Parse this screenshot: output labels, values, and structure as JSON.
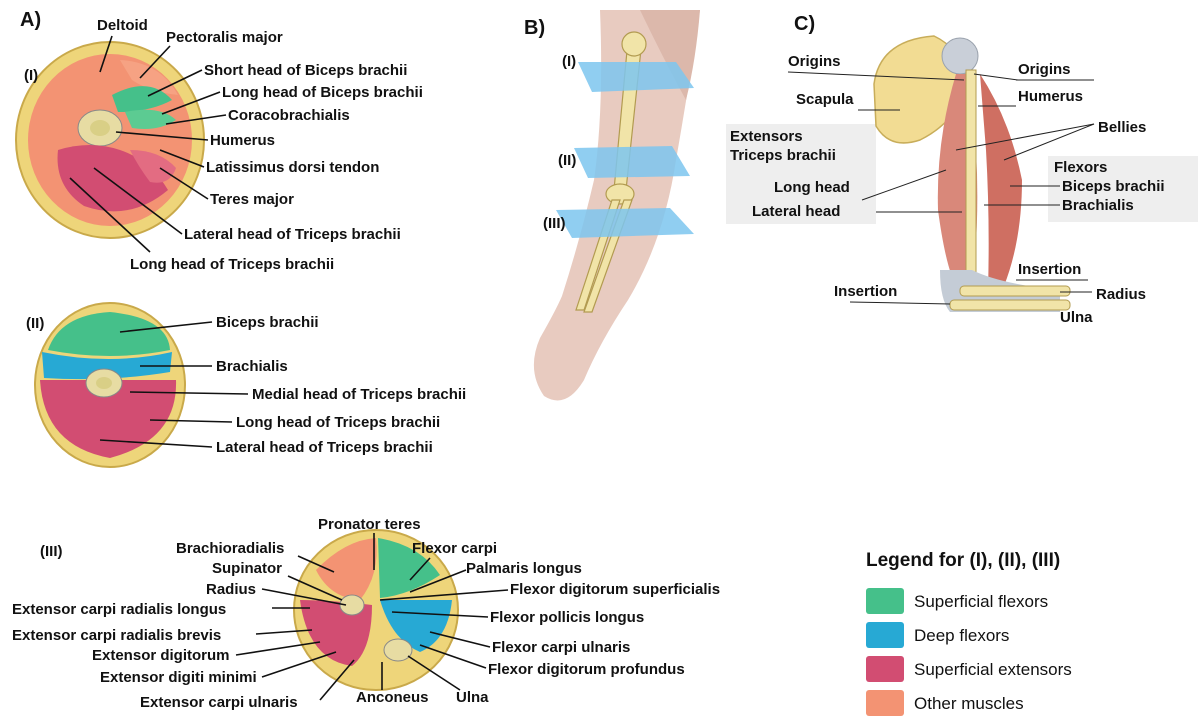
{
  "panelA": {
    "title": "A)",
    "section1": {
      "tag": "(I)",
      "labels": {
        "deltoid": "Deltoid",
        "pectoralis_major": "Pectoralis major",
        "short_head_biceps": "Short head of Biceps brachii",
        "long_head_biceps": "Long head of Biceps brachii",
        "coracobrachialis": "Coracobrachialis",
        "humerus": "Humerus",
        "latissimus": "Latissimus  dorsi tendon",
        "teres_major": "Teres major",
        "lateral_head_triceps": "Lateral head of Triceps brachii",
        "long_head_triceps": "Long head of Triceps brachii"
      }
    },
    "section2": {
      "tag": "(II)",
      "labels": {
        "biceps": "Biceps brachii",
        "brachialis": "Brachialis",
        "medial_head": "Medial head of Triceps brachii",
        "long_head": "Long head of Triceps brachii",
        "lateral_head": "Lateral head of Triceps brachii"
      }
    },
    "section3": {
      "tag": "(III)",
      "labels": {
        "pronator_teres": "Pronator teres",
        "brachioradialis": "Brachioradialis",
        "flexor_carpi": "Flexor carpi",
        "supinator": "Supinator",
        "palmaris_longus": "Palmaris longus",
        "radius": "Radius",
        "flexor_dig_sup": "Flexor digitorum superficialis",
        "ext_carpi_rad_longus": "Extensor carpi radialis longus",
        "flexor_pollicis": "Flexor pollicis longus",
        "ext_carpi_rad_brevis": "Extensor carpi radialis brevis",
        "flexor_carpi_ulnaris": "Flexor carpi ulnaris",
        "ext_digitorum": "Extensor digitorum",
        "flexor_dig_prof": "Flexor digitorum profundus",
        "ext_digiti_minimi": "Extensor digiti minimi",
        "ext_carpi_ulnaris": "Extensor carpi ulnaris",
        "anconeus": "Anconeus",
        "ulna": "Ulna"
      }
    }
  },
  "panelB": {
    "title": "B)",
    "planes": [
      "(I)",
      "(II)",
      "(III)"
    ]
  },
  "panelC": {
    "title": "C)",
    "labels": {
      "origins_left": "Origins",
      "origins_right": "Origins",
      "scapula": "Scapula",
      "humerus": "Humerus",
      "bellies": "Bellies",
      "extensors": "Extensors",
      "triceps_brachii": "Triceps brachii",
      "flexors": "Flexors",
      "biceps_brachii": "Biceps brachii",
      "long_head": "Long head",
      "brachialis": "Brachialis",
      "lateral_head": "Lateral head",
      "insertion_right": "Insertion",
      "insertion_left": "Insertion",
      "radius": "Radius",
      "ulna": "Ulna"
    }
  },
  "legend": {
    "title": "Legend for (I), (II), (III)",
    "items": [
      {
        "label": "Superficial  flexors",
        "color": "#45c08a"
      },
      {
        "label": "Deep flexors",
        "color": "#27a9d4"
      },
      {
        "label": "Superficial  extensors",
        "color": "#d24d72"
      },
      {
        "label": "Other muscles",
        "color": "#f39373"
      }
    ]
  }
}
